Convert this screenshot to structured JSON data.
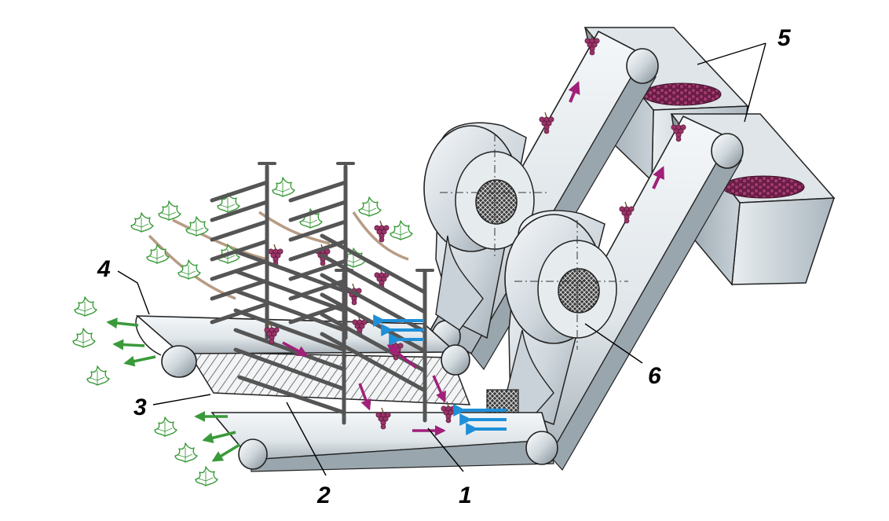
{
  "callouts": {
    "c1": "1",
    "c2": "2",
    "c3": "3",
    "c4": "4",
    "c5": "5",
    "c6": "6"
  },
  "colors": {
    "belt": "#e9eef2",
    "belt_shadow": "#9aa6ae",
    "hopper": "#b8c3ca",
    "fan": "#d6dde2",
    "grape": "#8a2a5a",
    "leaf": "#3a9a3a",
    "air_arrow": "#1e8fd8",
    "flow_arrow": "#a0207a"
  }
}
